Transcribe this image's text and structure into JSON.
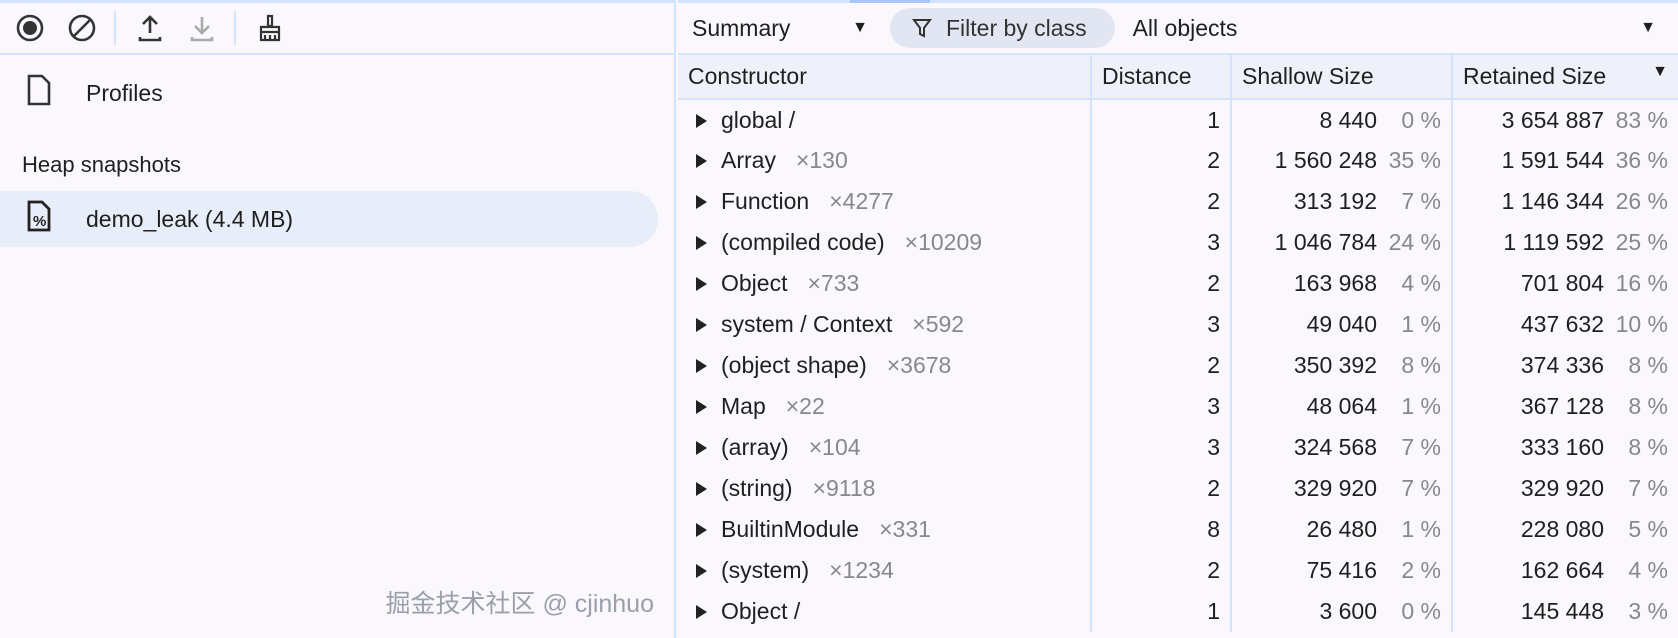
{
  "toolbar": {
    "icons": [
      "record-icon",
      "clear-icon",
      "upload-icon",
      "download-icon",
      "broom-icon"
    ]
  },
  "sidebar": {
    "profiles_label": "Profiles",
    "section_title": "Heap snapshots",
    "snapshot_label": "demo_leak (4.4 MB)"
  },
  "view": {
    "perspective": "Summary",
    "filter_label": "Filter by class",
    "scope": "All objects"
  },
  "table": {
    "headers": [
      "Constructor",
      "Distance",
      "Shallow Size",
      "Retained Size"
    ],
    "sort_column": "Retained Size",
    "sort_direction": "descending",
    "rows": [
      [
        "global /",
        "",
        "1",
        "8 440",
        "0 %",
        "3 654 887",
        "83 %"
      ],
      [
        "Array",
        "×130",
        "2",
        "1 560 248",
        "35 %",
        "1 591 544",
        "36 %"
      ],
      [
        "Function",
        "×4277",
        "2",
        "313 192",
        "7 %",
        "1 146 344",
        "26 %"
      ],
      [
        "(compiled code)",
        "×10209",
        "3",
        "1 046 784",
        "24 %",
        "1 119 592",
        "25 %"
      ],
      [
        "Object",
        "×733",
        "2",
        "163 968",
        "4 %",
        "701 804",
        "16 %"
      ],
      [
        "system / Context",
        "×592",
        "3",
        "49 040",
        "1 %",
        "437 632",
        "10 %"
      ],
      [
        "(object shape)",
        "×3678",
        "2",
        "350 392",
        "8 %",
        "374 336",
        "8 %"
      ],
      [
        "Map",
        "×22",
        "3",
        "48 064",
        "1 %",
        "367 128",
        "8 %"
      ],
      [
        "(array)",
        "×104",
        "3",
        "324 568",
        "7 %",
        "333 160",
        "8 %"
      ],
      [
        "(string)",
        "×9118",
        "2",
        "329 920",
        "7 %",
        "329 920",
        "7 %"
      ],
      [
        "BuiltinModule",
        "×331",
        "8",
        "26 480",
        "1 %",
        "228 080",
        "5 %"
      ],
      [
        "(system)",
        "×1234",
        "2",
        "75 416",
        "2 %",
        "162 664",
        "4 %"
      ],
      [
        "Object /",
        "",
        "1",
        "3 600",
        "0 %",
        "145 448",
        "3 %"
      ]
    ]
  },
  "watermark": "掘金技术社区 @ cjinhuo"
}
